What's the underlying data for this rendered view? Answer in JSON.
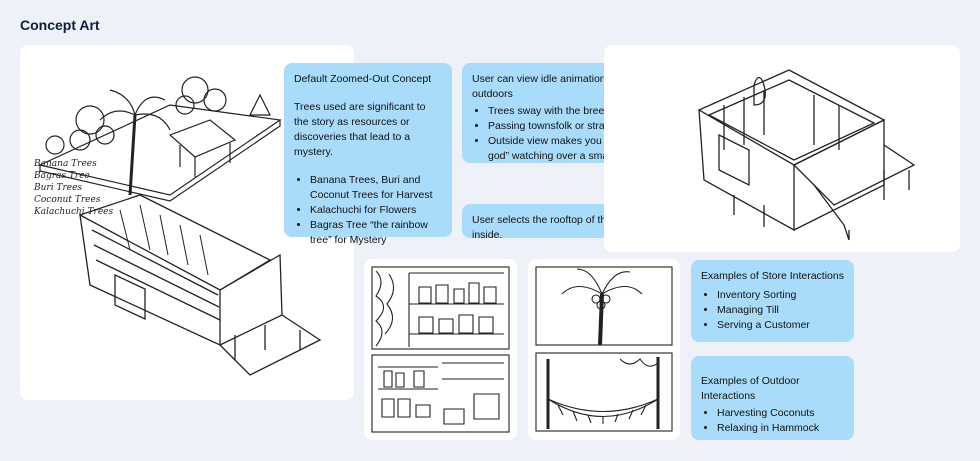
{
  "page": {
    "title": "Concept Art"
  },
  "card_zoomed_out": {
    "heading": "Default Zoomed-Out Concept",
    "body": "Trees used are significant to the story as resources or discoveries that lead to a mystery.",
    "bullets": [
      "Banana Trees, Buri and Coconut Trees for Harvest",
      "Kalachuchi for Flowers",
      "Bagras Tree “the rainbow tree” for Mystery"
    ]
  },
  "card_idle": {
    "heading": "User can view idle animations play outdoors",
    "bullets": [
      "Trees sway with the breeze",
      "Passing townsfolk or stray cat",
      "Outside view makes you “feel like a god” watching over a small village"
    ]
  },
  "card_rooftop": {
    "text": "User selects the rooftop of the store to enter inside."
  },
  "card_store": {
    "heading": "Examples of Store Interactions",
    "bullets": [
      "Inventory Sorting",
      "Managing Till",
      "Serving a Customer"
    ]
  },
  "card_outdoor": {
    "heading": "Examples of Outdoor Interactions",
    "bullets": [
      "Harvesting Coconuts",
      "Relaxing in Hammock"
    ]
  },
  "tree_labels": [
    "Banana Trees",
    "Bagras Tree",
    "Buri Trees",
    "Coconut Trees",
    "Kalachuchi Trees"
  ]
}
